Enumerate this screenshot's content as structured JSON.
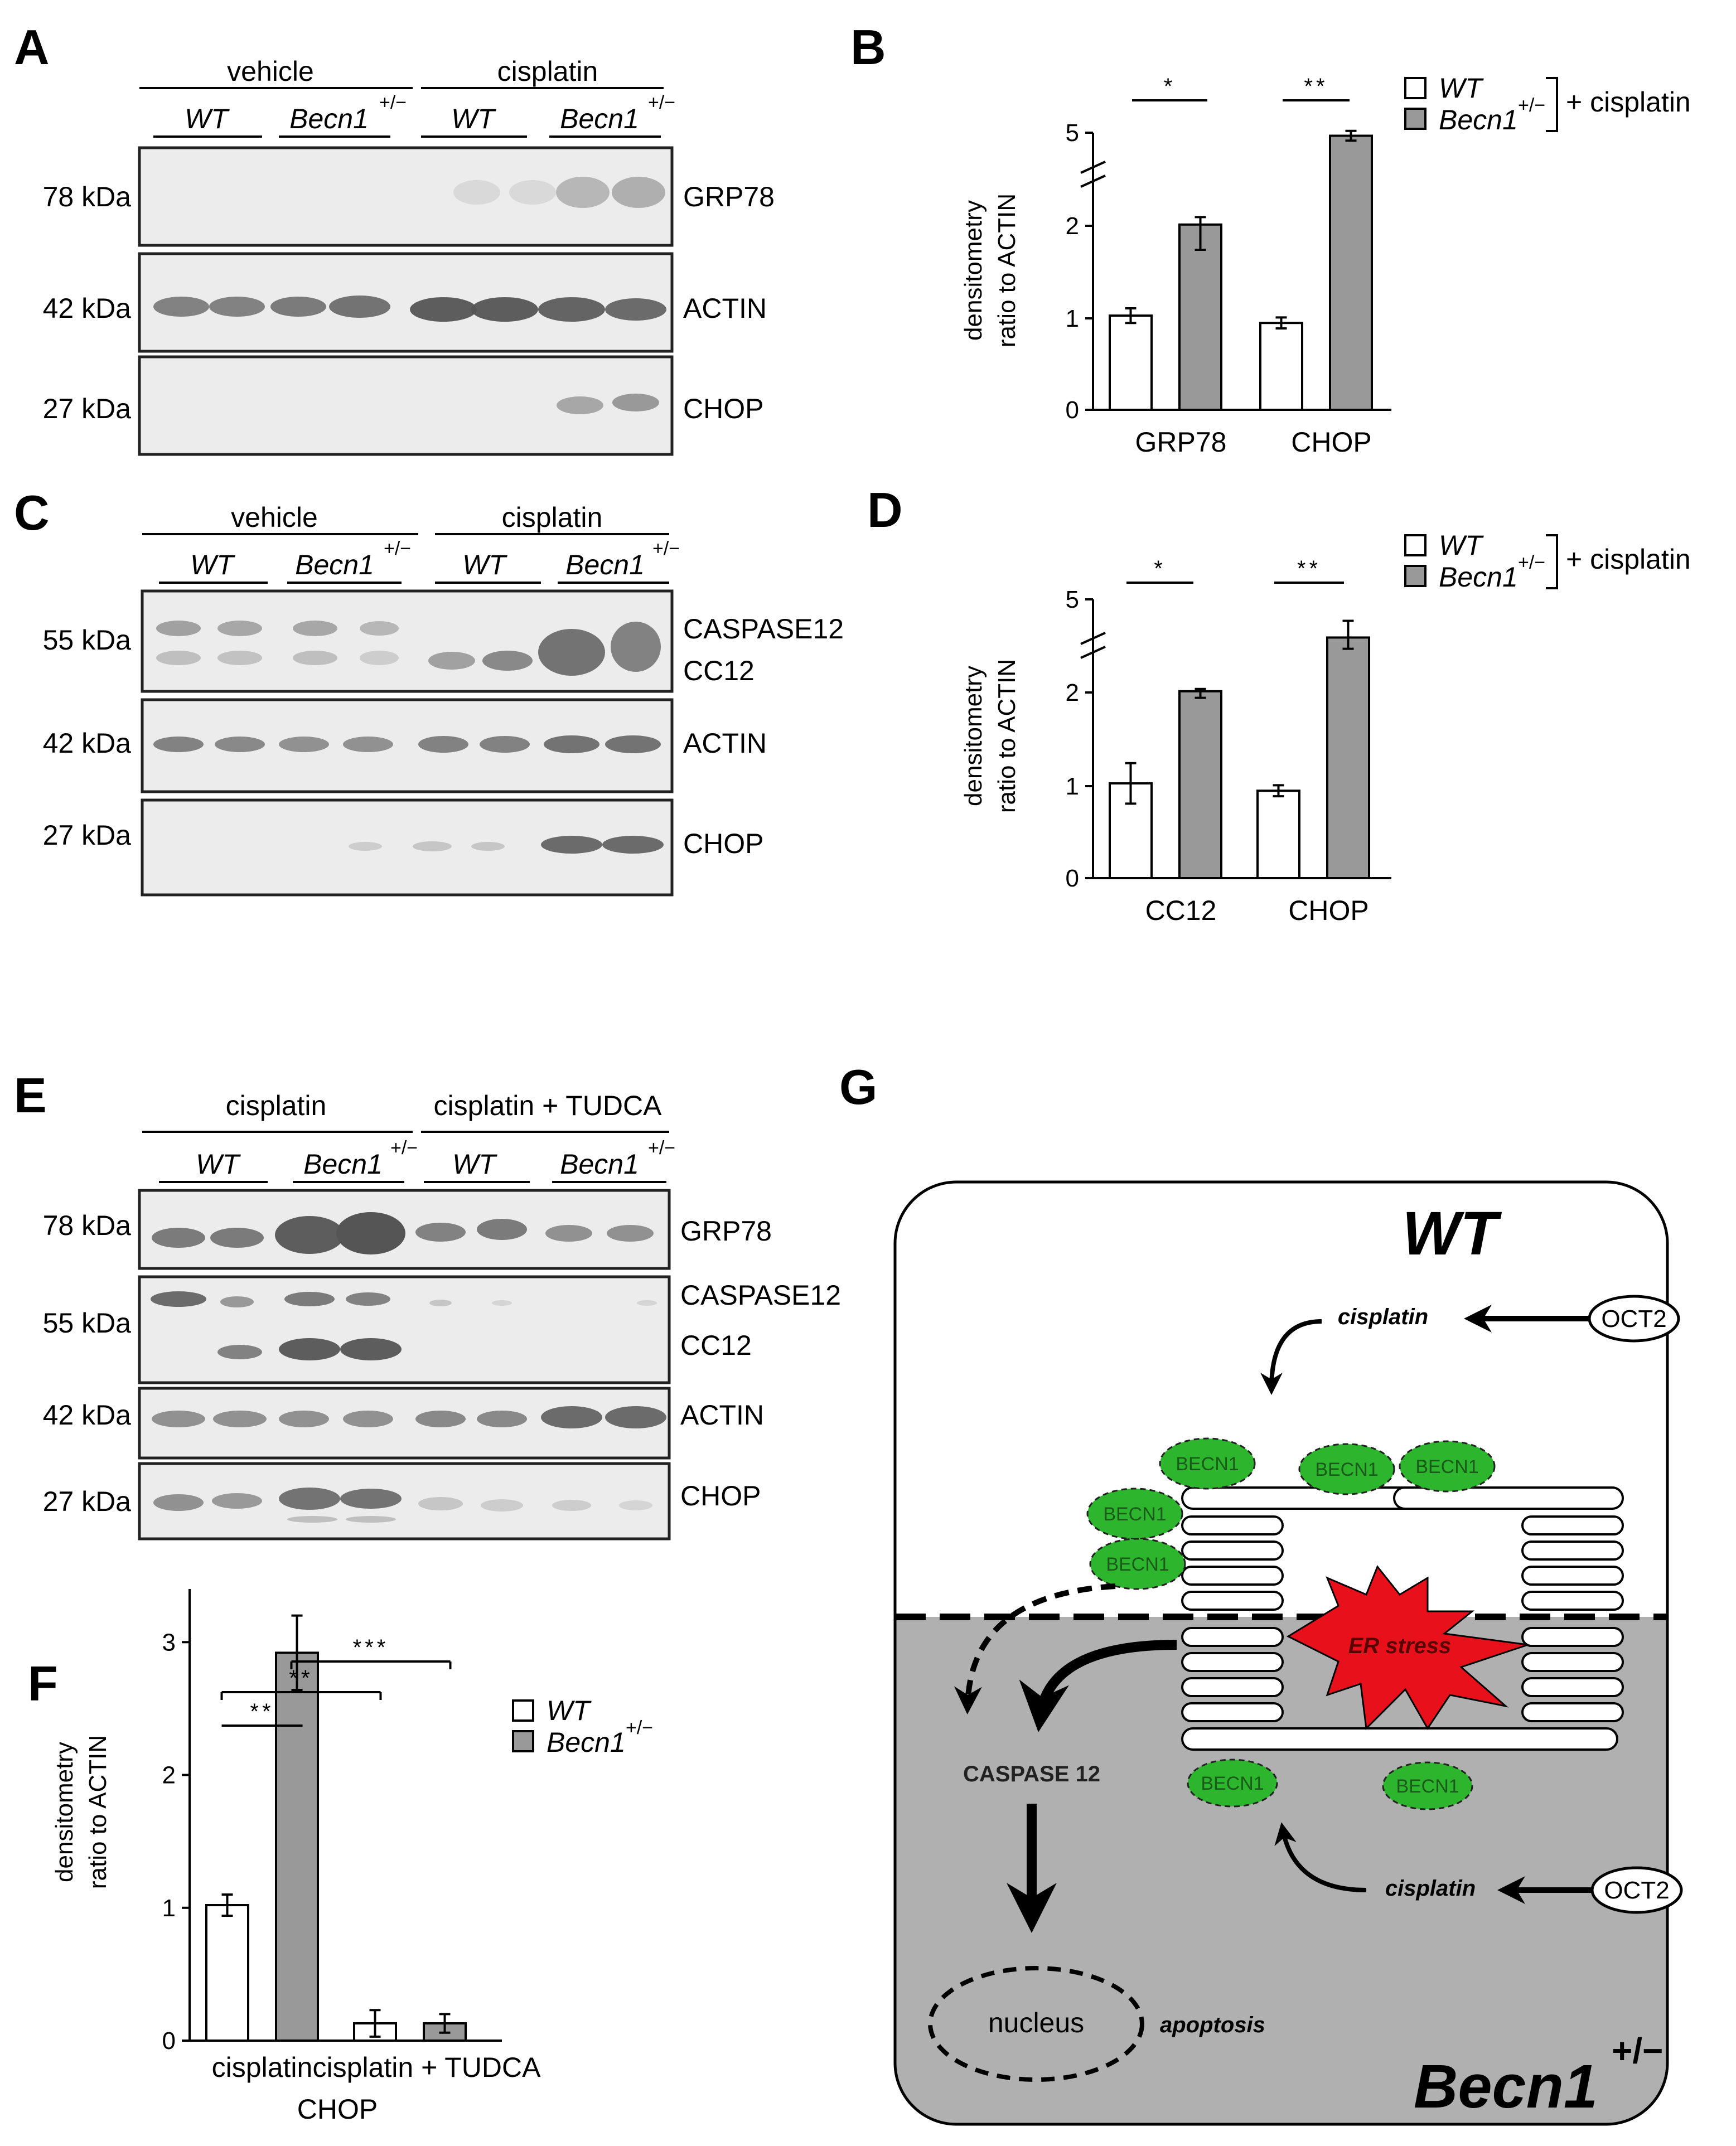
{
  "panels": {
    "A": "A",
    "B": "B",
    "C": "C",
    "D": "D",
    "E": "E",
    "F": "F",
    "G": "G"
  },
  "blot_A": {
    "treatments": [
      "vehicle",
      "cisplatin"
    ],
    "genotypes": [
      "WT",
      "Becn1",
      "WT",
      "Becn1"
    ],
    "sup": "+/−",
    "mw": [
      "78 kDa",
      "42 kDa",
      "27 kDa"
    ],
    "proteins": [
      "GRP78",
      "ACTIN",
      "CHOP"
    ]
  },
  "blot_C": {
    "treatments": [
      "vehicle",
      "cisplatin"
    ],
    "genotypes": [
      "WT",
      "Becn1",
      "WT",
      "Becn1"
    ],
    "mw": [
      "55 kDa",
      "42 kDa",
      "27 kDa"
    ],
    "proteins": [
      "CASPASE12",
      "CC12",
      "ACTIN",
      "CHOP"
    ]
  },
  "blot_E": {
    "treatments": [
      "cisplatin",
      "cisplatin + TUDCA"
    ],
    "genotypes": [
      "WT",
      "Becn1",
      "WT",
      "Becn1"
    ],
    "mw": [
      "78 kDa",
      "55 kDa",
      "42 kDa",
      "27 kDa"
    ],
    "proteins": [
      "GRP78",
      "CASPASE12",
      "CC12",
      "ACTIN",
      "CHOP"
    ]
  },
  "legend": {
    "wt": "WT",
    "becn": "Becn1",
    "sup": "+/−",
    "suffix": "+ cisplatin"
  },
  "chart_data": [
    {
      "panel": "B",
      "type": "bar",
      "categories": [
        "GRP78",
        "CHOP"
      ],
      "series": [
        {
          "name": "WT",
          "values": [
            1.03,
            0.95
          ],
          "errors": [
            0.08,
            0.06
          ]
        },
        {
          "name": "Becn1+/−",
          "values": [
            2.05,
            4.95
          ],
          "errors": [
            0.3,
            0.08
          ]
        }
      ],
      "ylabel": "densitometry ratio to ACTIN",
      "yticks": [
        "0",
        "1",
        "2",
        "5"
      ],
      "axis_break": [
        2.2,
        4.5
      ],
      "significance": [
        "*",
        "**"
      ]
    },
    {
      "panel": "D",
      "type": "bar",
      "categories": [
        "CC12",
        "CHOP"
      ],
      "series": [
        {
          "name": "WT",
          "values": [
            1.03,
            0.95
          ],
          "errors": [
            0.22,
            0.06
          ]
        },
        {
          "name": "Becn1+/−",
          "values": [
            2.05,
            4.2
          ],
          "errors": [
            0.09,
            0.45
          ]
        }
      ],
      "ylabel": "densitometry ratio to ACTIN",
      "yticks": [
        "0",
        "1",
        "2",
        "5"
      ],
      "axis_break": [
        2.2,
        2.6
      ],
      "significance": [
        "*",
        "**"
      ]
    },
    {
      "panel": "F",
      "type": "bar",
      "categories": [
        "cisplatin",
        "cisplatin + TUDCA"
      ],
      "group_label": "CHOP",
      "series": [
        {
          "name": "WT",
          "values": [
            1.02,
            0.13
          ],
          "errors": [
            0.08,
            0.1
          ]
        },
        {
          "name": "Becn1+/−",
          "values": [
            2.92,
            0.13
          ],
          "errors": [
            0.28,
            0.07
          ]
        }
      ],
      "ylabel": "densitometry ratio to ACTIN",
      "yticks": [
        "0",
        "1",
        "2",
        "3"
      ],
      "ylim": [
        0,
        3.4
      ],
      "significance": [
        "**",
        "**",
        "***"
      ]
    }
  ],
  "diagram_G": {
    "top": "WT",
    "bottom": "Becn1",
    "bottom_sup": "+/−",
    "drug": "cisplatin",
    "transporter": "OCT2",
    "protein": "BECN1",
    "stress": "ER stress",
    "caspase": "CASPASE 12",
    "nucleus": "nucleus",
    "outcome": "apoptosis"
  }
}
